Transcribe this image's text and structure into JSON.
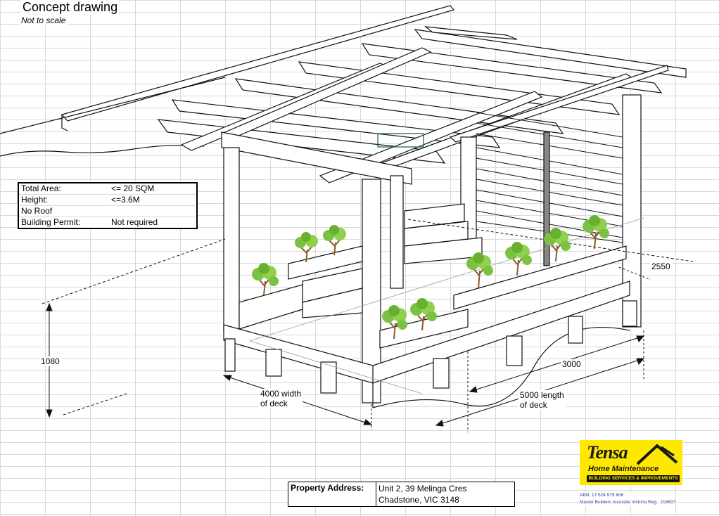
{
  "title": "Concept drawing",
  "subtitle": "Not to scale",
  "specs": [
    {
      "label": "Total Area:",
      "value": "<= 20 SQM"
    },
    {
      "label": "Height:",
      "value": "<=3.6M"
    },
    {
      "label": "No Roof",
      "value": ""
    },
    {
      "label": "Building Permit:",
      "value": "Not required"
    }
  ],
  "dimensions": {
    "height_label": "1080",
    "width_label_line1": "4000 width",
    "width_label_line2": "of deck",
    "length_label_line1": "5000 length",
    "length_label_line2": "of deck",
    "rail_label": "3000",
    "depth_label": "2550"
  },
  "address": {
    "label": "Property Address:",
    "line1": "Unit 2, 39 Melinga Cres",
    "line2": "Chadstone, VIC 3148"
  },
  "logo": {
    "brand": "Tensa",
    "tagline": "Home Maintenance",
    "bar_text": "BUILDING SERVICES & IMPROVEMENTS",
    "abn": "ABN: 17 524 975 606",
    "registration": "Master Builders Australia Victoria Reg.: 218697",
    "color": "#ffe800"
  },
  "colors": {
    "line": "#111111",
    "grid": "#d9d9d9",
    "selection": "#1f6b3a",
    "foliage": "#7cc242",
    "trunk": "#8b5a2b"
  }
}
